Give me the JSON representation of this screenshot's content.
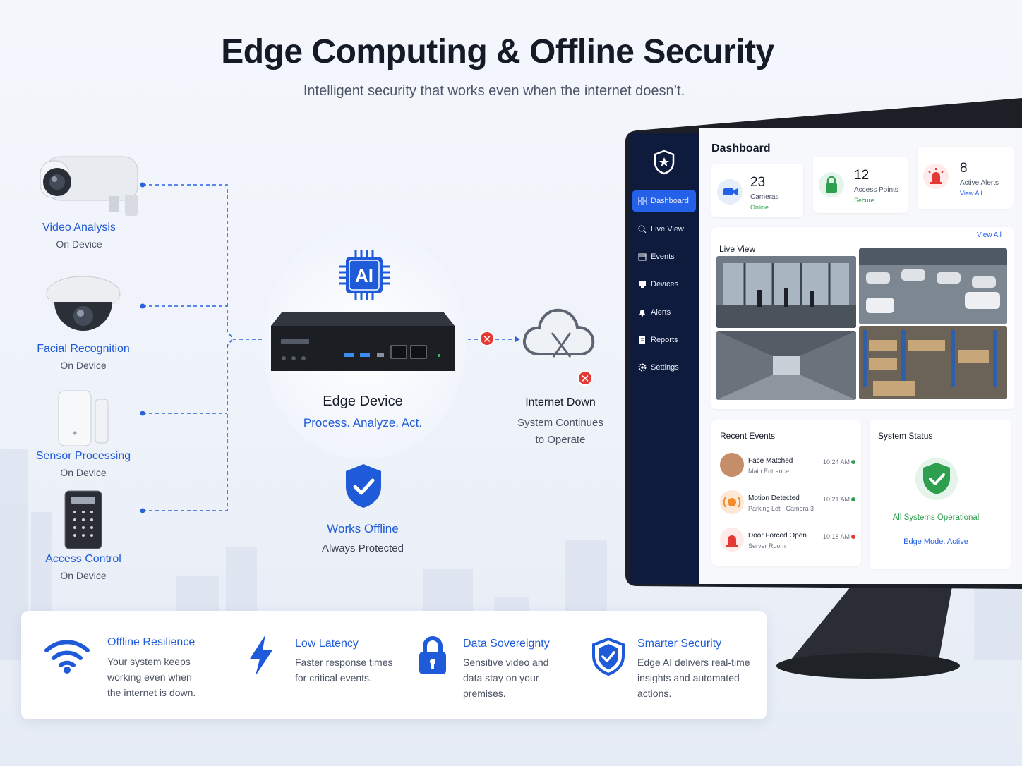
{
  "header": {
    "title": "Edge Computing & Offline Security",
    "subtitle": "Intelligent security that works even when the internet doesn’t."
  },
  "devices": [
    {
      "label": "Video Analysis",
      "sub": "On Device",
      "icon": "bullet-camera-icon"
    },
    {
      "label": "Facial Recognition",
      "sub": "On Device",
      "icon": "dome-camera-icon"
    },
    {
      "label": "Sensor Processing",
      "sub": "On Device",
      "icon": "door-sensor-icon"
    },
    {
      "label": "Access Control",
      "sub": "On Device",
      "icon": "keypad-icon"
    }
  ],
  "hub": {
    "chip_text": "AI",
    "title": "Edge Device",
    "tagline": "Process. Analyze. Act."
  },
  "offline": {
    "title": "Works Offline",
    "sub": "Always Protected"
  },
  "internet": {
    "title": "Internet Down",
    "sub_line1": "System Continues",
    "sub_line2": "to Operate",
    "x_mark": "✕"
  },
  "dashboard": {
    "title": "Dashboard",
    "nav": [
      "Dashboard",
      "Live View",
      "Events",
      "Devices",
      "Alerts",
      "Reports",
      "Settings"
    ],
    "stats": [
      {
        "num": "23",
        "label": "Cameras",
        "status": "Online"
      },
      {
        "num": "12",
        "label": "Access Points",
        "status": "Secure"
      },
      {
        "num": "8",
        "label": "Active Alerts",
        "status": "View All"
      }
    ],
    "live_view": {
      "title": "Live View",
      "view_all": "View All"
    },
    "recent_events": {
      "title": "Recent Events",
      "items": [
        {
          "title": "Face Matched",
          "sub": "Main Entrance",
          "time": "10:24 AM"
        },
        {
          "title": "Motion Detected",
          "sub": "Parking Lot - Camera 3",
          "time": "10:21 AM"
        },
        {
          "title": "Door Forced Open",
          "sub": "Server Room",
          "time": "10:18 AM"
        }
      ]
    },
    "system_status": {
      "title": "System Status",
      "ok": "All Systems Operational",
      "mode": "Edge Mode: Active"
    }
  },
  "features": [
    {
      "title": "Offline Resilience",
      "line1": "Your system keeps",
      "line2": "working even when",
      "line3": "the internet is down."
    },
    {
      "title": "Low Latency",
      "line1": "Faster response times",
      "line2": "for critical events.",
      "line3": ""
    },
    {
      "title": "Data Sovereignty",
      "line1": "Sensitive video and",
      "line2": "data stay on your",
      "line3": "premises."
    },
    {
      "title": "Smarter Security",
      "line1": "Edge AI delivers real-time",
      "line2": "insights and automated",
      "line3": "actions."
    }
  ],
  "colors": {
    "accent": "#1f5bd8",
    "sidebar": "#0e1b3d",
    "danger": "#e53935",
    "success": "#2e9e4f"
  }
}
